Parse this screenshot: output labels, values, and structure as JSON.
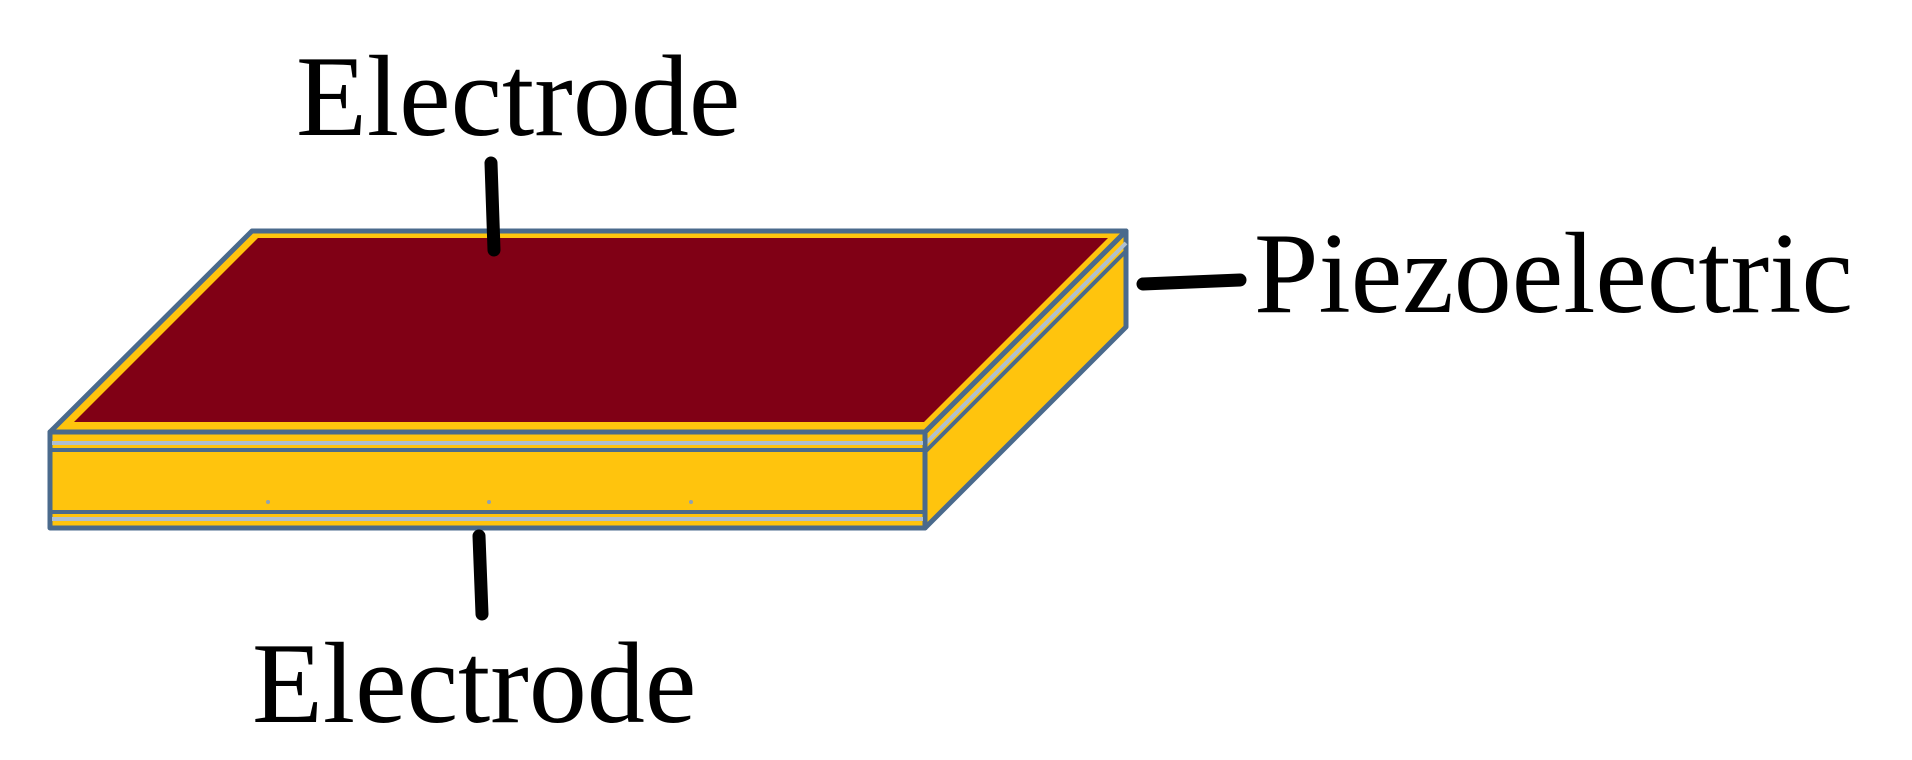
{
  "labels": {
    "top_electrode": "Electrode",
    "bottom_electrode": "Electrode",
    "piezoelectric": "Piezoelectric"
  },
  "colors": {
    "electrode_top": "#800015",
    "piezoelectric": "#FFC40D",
    "outline": "#4A6A8C",
    "thin_layer_lines": "#AFBFCF",
    "leader": "#000000",
    "background": "#FFFFFF"
  }
}
